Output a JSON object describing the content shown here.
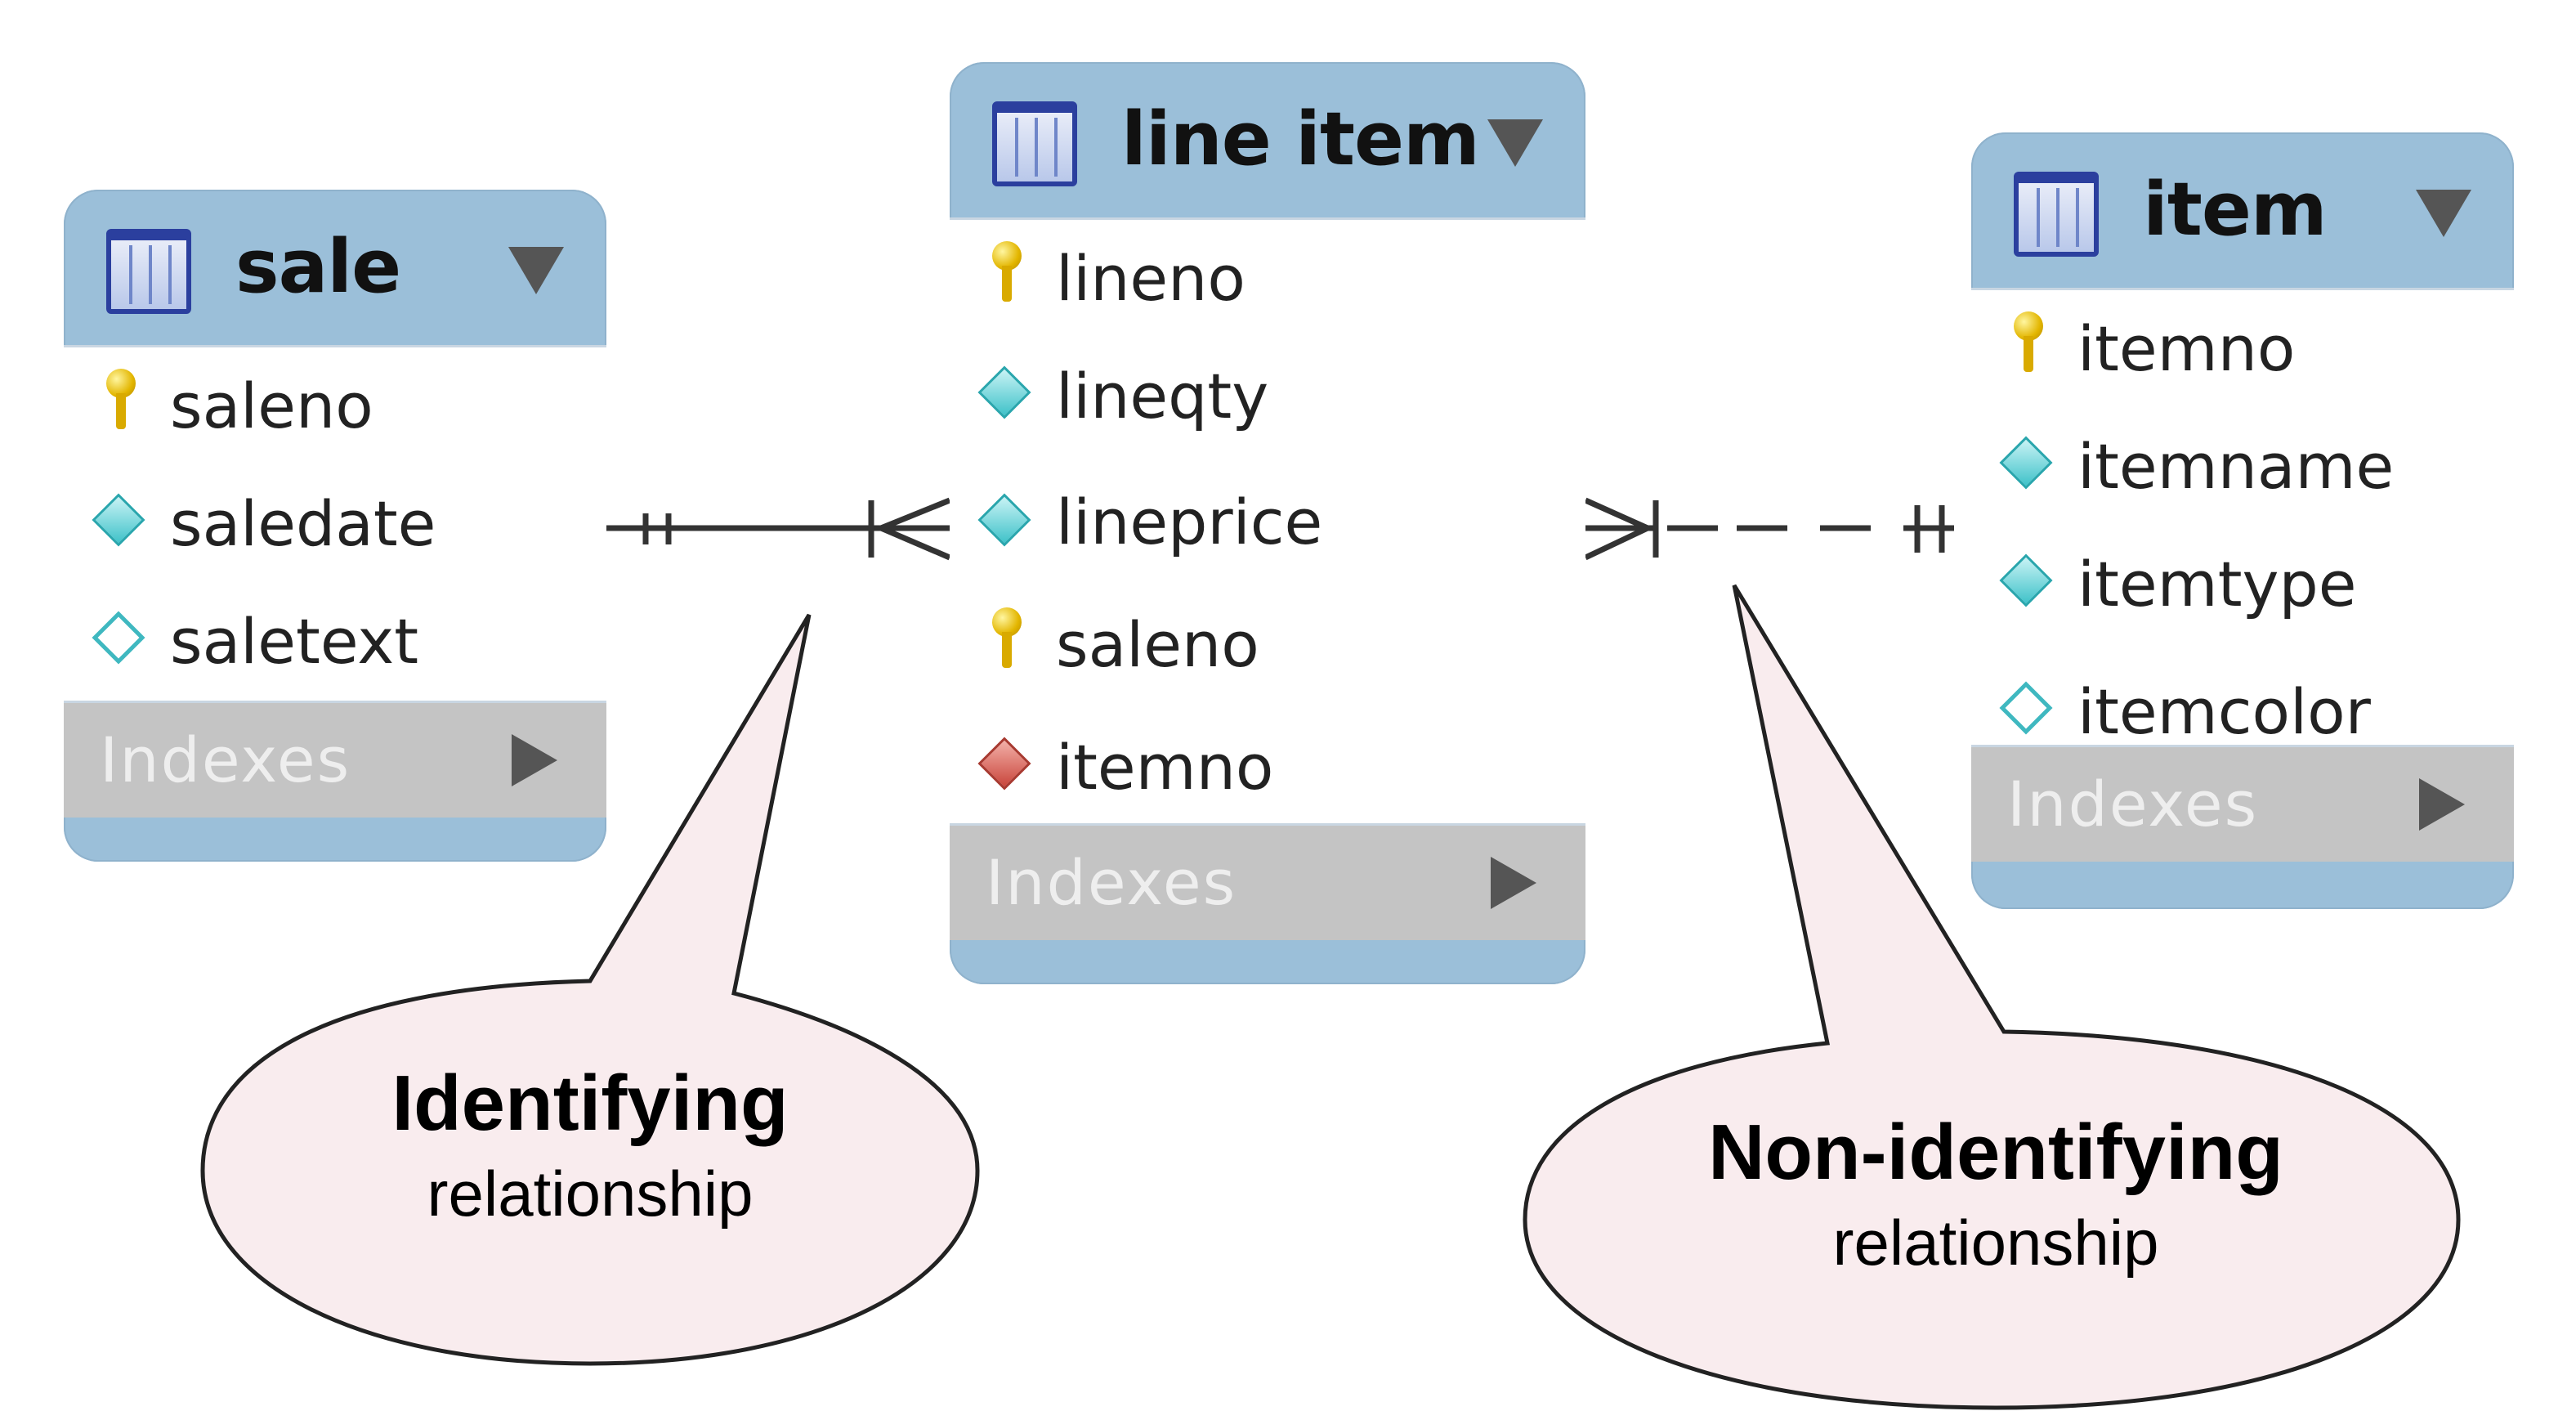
{
  "tables": {
    "sale": {
      "title": "sale",
      "indexes_label": "Indexes",
      "columns": [
        {
          "name": "saleno",
          "icon": "key-icon"
        },
        {
          "name": "saledate",
          "icon": "diamond-filled-icon"
        },
        {
          "name": "saletext",
          "icon": "diamond-hollow-icon"
        }
      ]
    },
    "line_item": {
      "title": "line item",
      "indexes_label": "Indexes",
      "columns": [
        {
          "name": "lineno",
          "icon": "key-icon"
        },
        {
          "name": "lineqty",
          "icon": "diamond-filled-icon"
        },
        {
          "name": "lineprice",
          "icon": "diamond-filled-icon"
        },
        {
          "name": "saleno",
          "icon": "key-icon"
        },
        {
          "name": "itemno",
          "icon": "diamond-red-icon"
        }
      ]
    },
    "item": {
      "title": "item",
      "indexes_label": "Indexes",
      "columns": [
        {
          "name": "itemno",
          "icon": "key-icon"
        },
        {
          "name": "itemname",
          "icon": "diamond-filled-icon"
        },
        {
          "name": "itemtype",
          "icon": "diamond-filled-icon"
        },
        {
          "name": "itemcolor",
          "icon": "diamond-hollow-icon"
        }
      ]
    }
  },
  "callouts": {
    "identifying": {
      "title": "Identifying",
      "subtitle": "relationship"
    },
    "non_identifying": {
      "title": "Non-identifying",
      "subtitle": "relationship"
    }
  },
  "colors": {
    "table_header": "#9bbfd9",
    "indexes_bar": "#c4c4c4",
    "callout_fill": "#f9ecee",
    "line": "#333333"
  }
}
